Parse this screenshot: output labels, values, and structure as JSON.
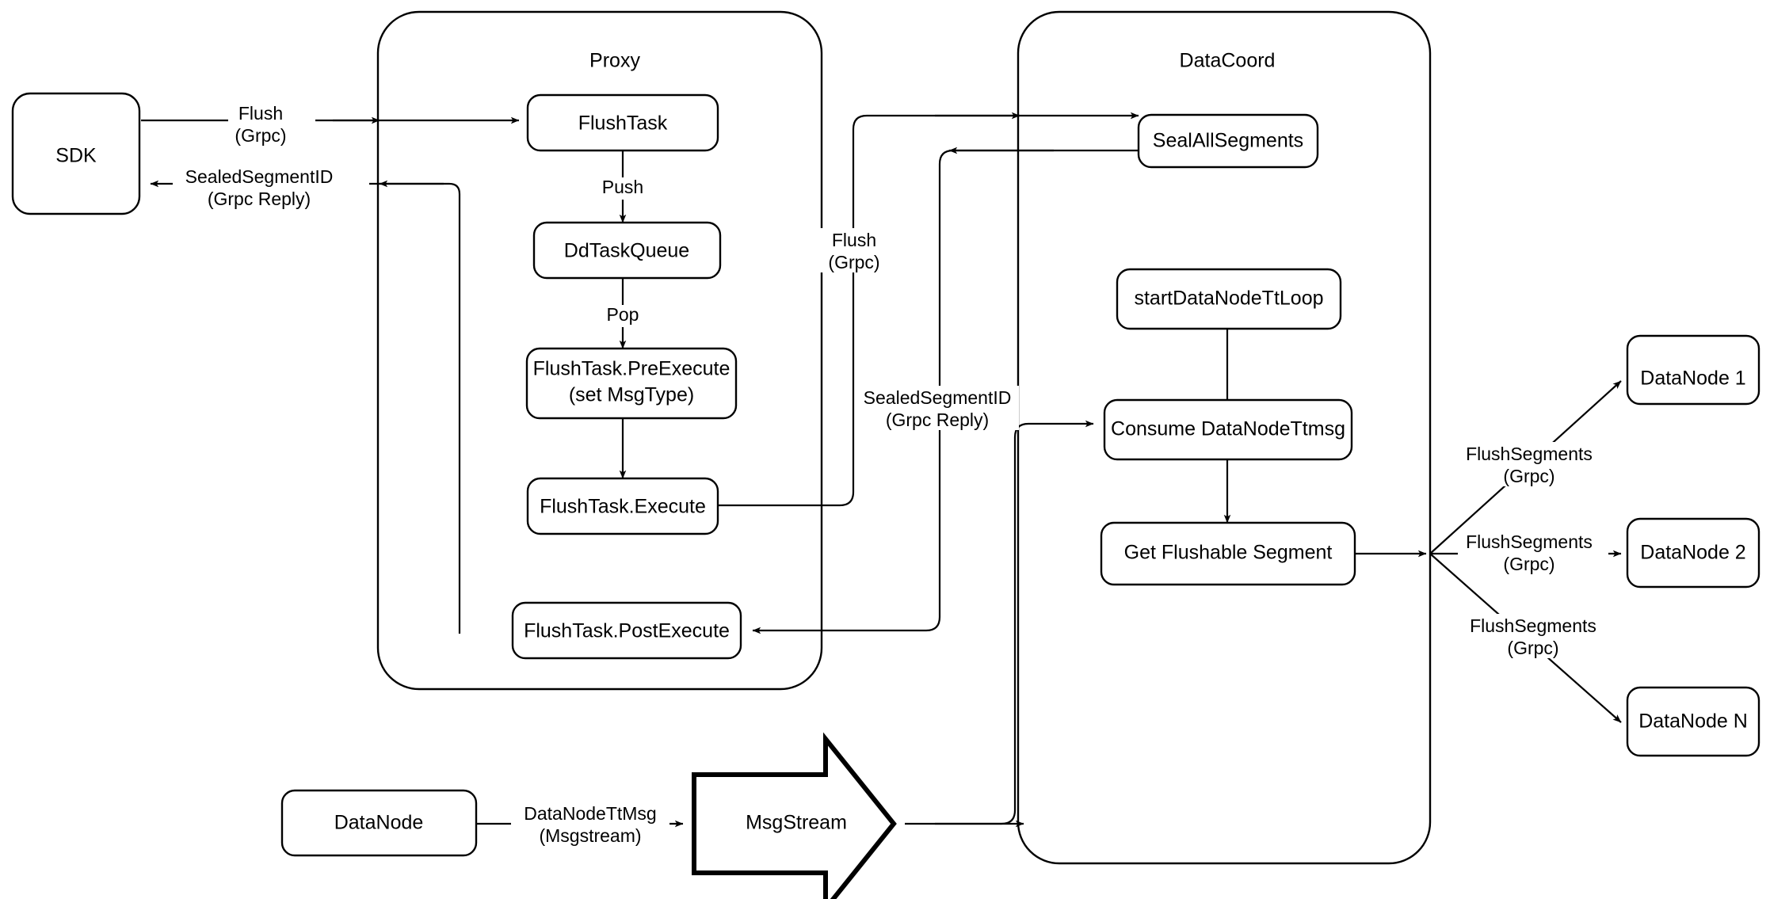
{
  "diagram": {
    "title_visible": false,
    "background_color": "#ffffff",
    "stroke_color": "#000000",
    "groups": [
      {
        "id": "proxy",
        "label": "Proxy"
      },
      {
        "id": "datacoord",
        "label": "DataCoord"
      }
    ],
    "nodes": [
      {
        "id": "sdk",
        "label": "SDK"
      },
      {
        "id": "flushtask",
        "label": "FlushTask"
      },
      {
        "id": "ddtaskqueue",
        "label": "DdTaskQueue"
      },
      {
        "id": "preexecute_line1",
        "label": "FlushTask.PreExecute"
      },
      {
        "id": "preexecute_line2",
        "label": "(set MsgType)"
      },
      {
        "id": "execute",
        "label": "FlushTask.Execute"
      },
      {
        "id": "postexecute",
        "label": "FlushTask.PostExecute"
      },
      {
        "id": "sealallsegments",
        "label": "SealAllSegments"
      },
      {
        "id": "startdatanodettloop",
        "label": "startDataNodeTtLoop"
      },
      {
        "id": "consumedatanodettmsg",
        "label": "Consume DataNodeTtmsg"
      },
      {
        "id": "getflushablesegment",
        "label": "Get Flushable Segment"
      },
      {
        "id": "datanode1",
        "label": "DataNode 1"
      },
      {
        "id": "datanode2",
        "label": "DataNode 2"
      },
      {
        "id": "datanoden",
        "label": "DataNode N"
      },
      {
        "id": "datanode_bottom",
        "label": "DataNode"
      },
      {
        "id": "msgstream",
        "label": "MsgStream"
      }
    ],
    "edge_labels": [
      {
        "id": "sdk_to_proxy",
        "line1": "Flush",
        "line2": "(Grpc)"
      },
      {
        "id": "proxy_to_sdk",
        "line1": "SealedSegmentID",
        "line2": "(Grpc Reply)"
      },
      {
        "id": "push",
        "line1": "Push",
        "line2": ""
      },
      {
        "id": "pop",
        "line1": "Pop",
        "line2": ""
      },
      {
        "id": "proxy_to_datacoord",
        "line1": "Flush",
        "line2": "(Grpc)"
      },
      {
        "id": "datacoord_to_proxy",
        "line1": "SealedSegmentID",
        "line2": "(Grpc Reply)"
      },
      {
        "id": "flushsegments_1",
        "line1": "FlushSegments",
        "line2": "(Grpc)"
      },
      {
        "id": "flushsegments_2",
        "line1": "FlushSegments",
        "line2": "(Grpc)"
      },
      {
        "id": "flushsegments_n",
        "line1": "FlushSegments",
        "line2": "(Grpc)"
      },
      {
        "id": "datanodettmsg",
        "line1": "DataNodeTtMsg",
        "line2": "(Msgstream)"
      }
    ]
  }
}
